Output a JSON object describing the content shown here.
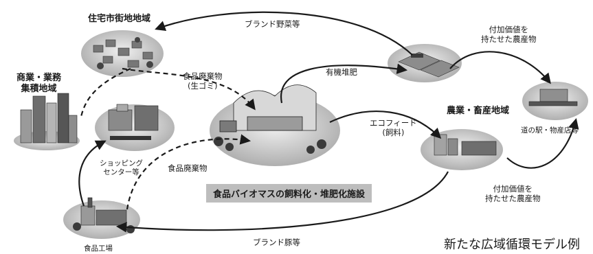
{
  "regions": {
    "residential": "住宅市街地地域",
    "commercial_line1": "商業・業務",
    "commercial_line2": "集積地域",
    "agriculture": "農業・畜産地域"
  },
  "facility_banner": "食品バイオマスの飼料化・堆肥化施設",
  "nodes": {
    "shopping_line1": "ショッピング",
    "shopping_line2": "センター等",
    "food_factory": "食品工場",
    "roadside_station": "道の駅・物産店等"
  },
  "flows": {
    "brand_vegetables": "ブランド野菜等",
    "food_waste_garbage_line1": "食品廃棄物",
    "food_waste_garbage_line2": "(生ゴミ)",
    "organic_compost": "有機堆肥",
    "eco_feed_line1": "エコフィード",
    "eco_feed_line2": "(飼料)",
    "food_waste": "食品廃棄物",
    "brand_pork": "ブランド豚等",
    "value_added_top_line1": "付加価値を",
    "value_added_top_line2": "持たせた農産物",
    "value_added_bottom_line1": "付加価値を",
    "value_added_bottom_line2": "持たせた農産物"
  },
  "diagram_title": "新たな広域循環モデル例",
  "colors": {
    "ink": "#1a1a1a",
    "banner": "#bdbdbd",
    "ground": "#d9d9d9"
  }
}
